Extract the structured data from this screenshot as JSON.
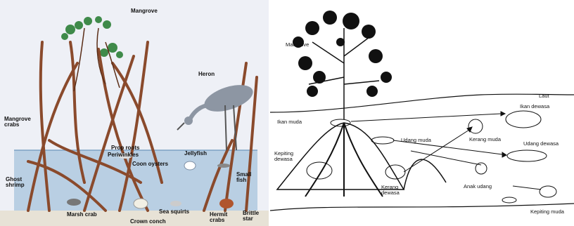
{
  "left_panel": {
    "labels": {
      "mangrove": "Mangrove",
      "heron": "Heron",
      "mangrove_crabs": "Mangrove\ncrabs",
      "prop_roots": "Prop roots",
      "periwinkles": "Periwinkles",
      "coon_oysters": "Coon oysters",
      "jellyfish": "Jellyfish",
      "small_fish": "Small\nfish",
      "ghost_shrimp": "Ghost\nshrimp",
      "marsh_crab": "Marsh crab",
      "crown_conch": "Crown conch",
      "sea_squirts": "Sea squirts",
      "hermit_crabs": "Hermit\ncrabs",
      "brittle_star": "Brittle\nstar"
    },
    "colors": {
      "water": "#b9cfe3",
      "root": "#8a4a2c",
      "leaf": "#3f8a4a",
      "heron": "#8d96a3"
    }
  },
  "right_panel": {
    "labels": {
      "mangrove": "Mangrove",
      "laut": "Laut",
      "ikan_muda": "Ikan muda",
      "ikan_dewasa": "Ikan dewasa",
      "udang_muda": "Udang muda",
      "kerang_muda": "Kerang muda",
      "udang_dewasa": "Udang dewasa",
      "kepiting_dewasa": "Kepiting\ndewasa",
      "kerang_dewasa": "Kerang\ndewasa",
      "anak_udang": "Anak udang",
      "kepiting_muda": "Kepiting muda"
    },
    "colors": {
      "ink": "#111111"
    }
  }
}
